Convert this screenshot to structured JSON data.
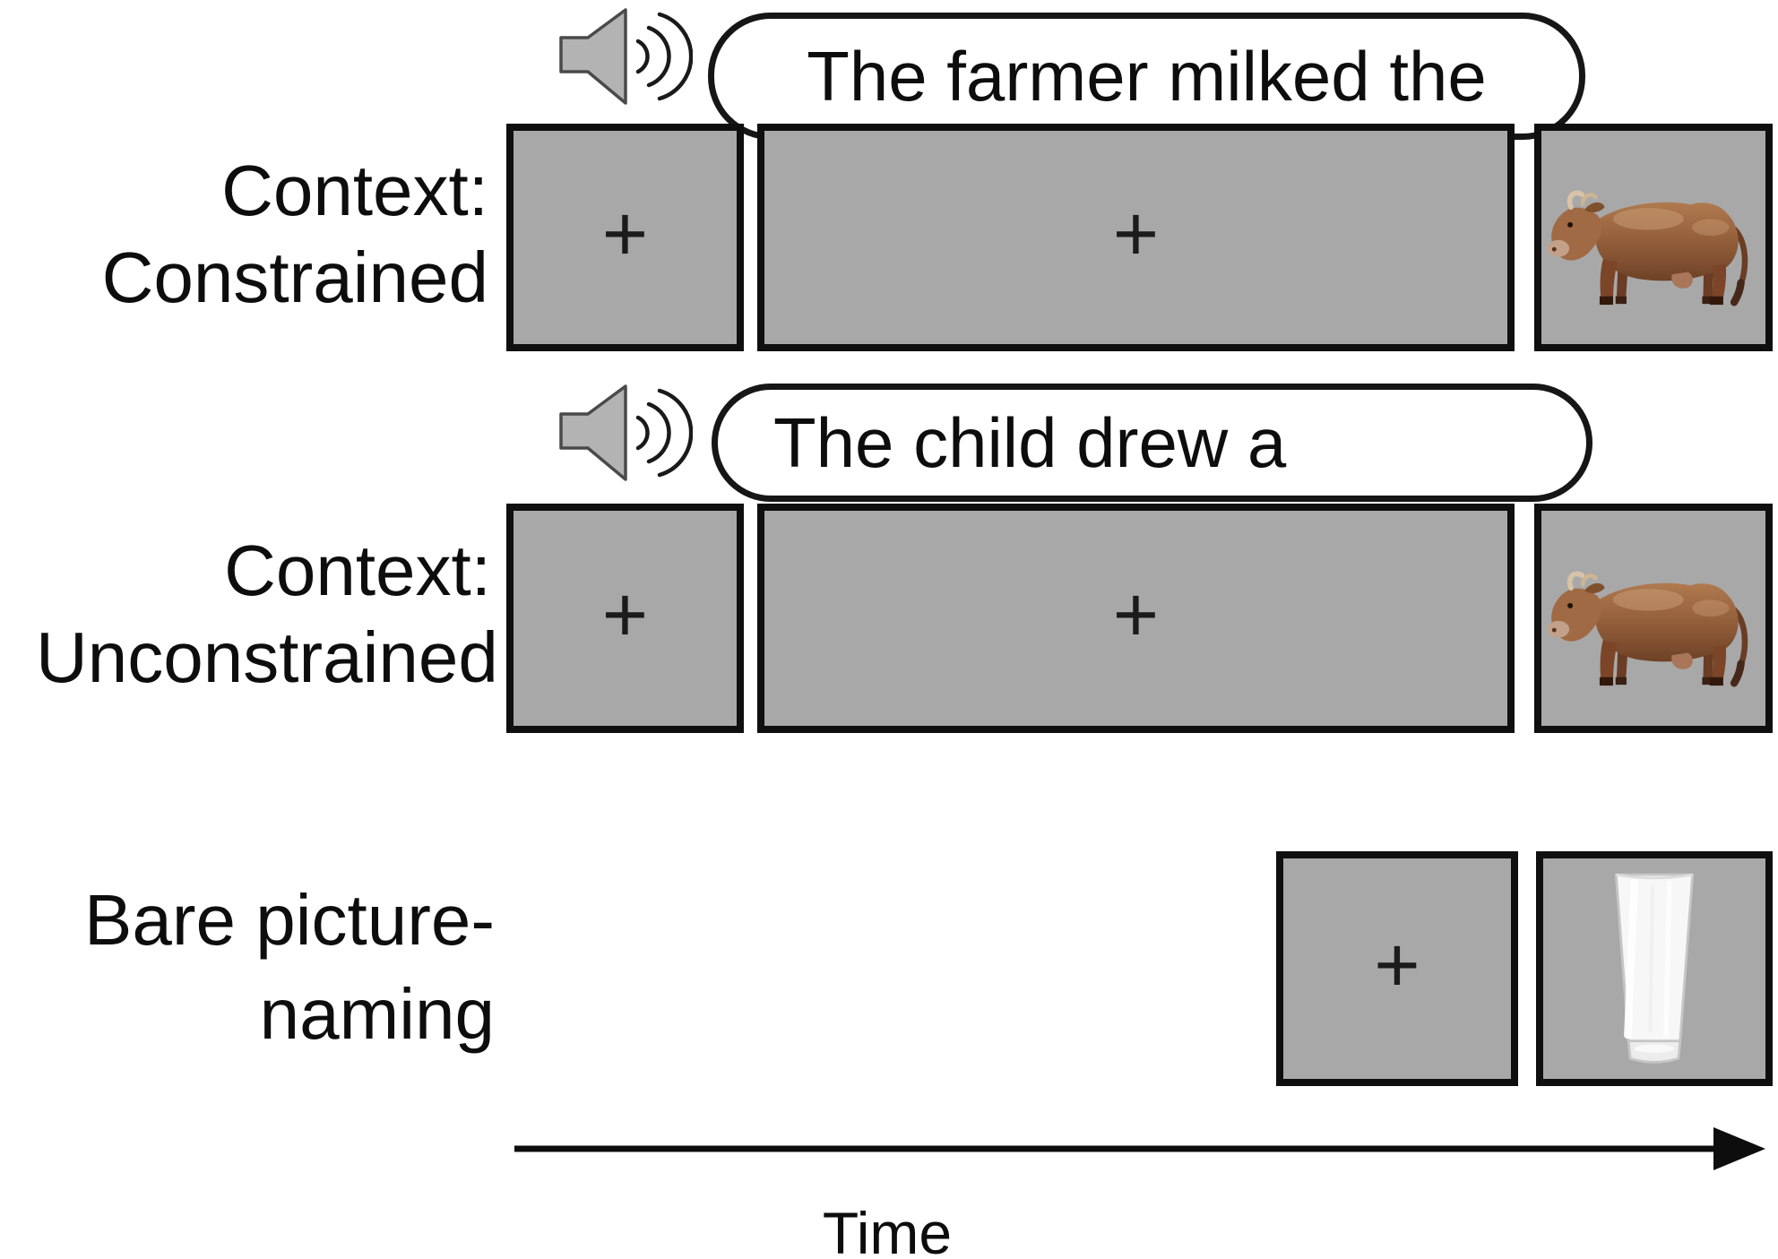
{
  "figure": {
    "fixation_cross": "+",
    "time_label": "Time",
    "rows": [
      {
        "label_line1": "Context:",
        "label_line2": "Constrained",
        "audio_text": "The farmer milked the",
        "picture": "cow"
      },
      {
        "label_line1": "Context:",
        "label_line2": "Unconstrained",
        "audio_text": "The child drew a",
        "picture": "cow"
      },
      {
        "label_line1": "Bare picture-",
        "label_line2": "naming",
        "audio_text": "",
        "picture": "glass of milk"
      }
    ],
    "icons": {
      "speaker": "loudspeaker-with-sound-waves",
      "cow": "brown-cow-photograph",
      "milk": "glass-of-milk-photograph"
    },
    "colors": {
      "screen_gray": "#a8a8a8",
      "border_black": "#0f0f0f",
      "background": "#ffffff",
      "cow_brown": "#8f5b38",
      "milk_white": "#fafafa"
    }
  }
}
